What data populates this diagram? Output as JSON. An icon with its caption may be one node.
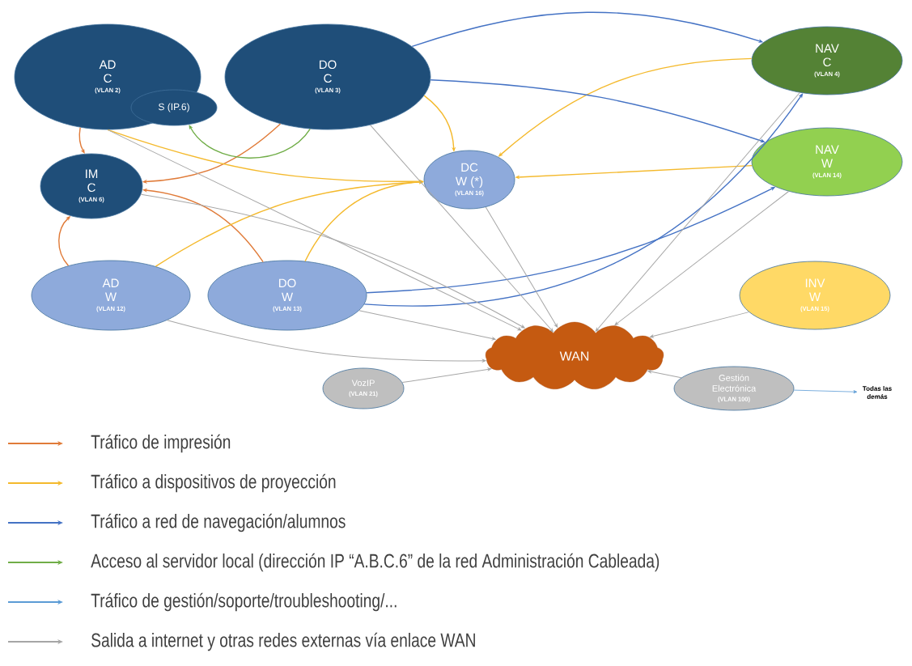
{
  "diagram": {
    "nodes": [
      {
        "text": [
          "AD C",
          "(VLAN 2)"
        ]
      },
      {
        "text": [
          "S (IP.6)"
        ]
      },
      {
        "text": [
          "DO C",
          "(VLAN 3)"
        ]
      },
      {
        "text": [
          "IM C",
          "(VLAN 6)"
        ]
      },
      {
        "text": [
          "DC W (*)",
          "(VLAN 16)"
        ]
      },
      {
        "text": [
          "NAV C",
          "(VLAN 4)"
        ]
      },
      {
        "text": [
          "NAV W",
          "(VLAN 14)"
        ]
      },
      {
        "text": [
          "AD W",
          "(VLAN 12)"
        ]
      },
      {
        "text": [
          "DO W",
          "(VLAN 13)"
        ]
      },
      {
        "text": [
          "INV W",
          "(VLAN 15)"
        ]
      },
      {
        "text": [
          "WAN"
        ]
      },
      {
        "text": [
          "VozIP",
          "(VLAN 21)"
        ]
      },
      {
        "text": [
          "Gestión Electrónica",
          "(VLAN 100)"
        ]
      },
      {
        "text": [
          "Todas las demás"
        ]
      }
    ],
    "edges": [
      {
        "from": 0,
        "to": 3,
        "arrow": "to",
        "color": "#e07b39"
      },
      {
        "from": 2,
        "to": 3,
        "arrow": "to",
        "color": "#e07b39"
      },
      {
        "from": 7,
        "to": 3,
        "arrow": "to",
        "color": "#e07b39"
      },
      {
        "from": 8,
        "to": 3,
        "arrow": "to",
        "color": "#e07b39"
      },
      {
        "from": 0,
        "to": 4,
        "arrow": "to",
        "color": "#f4b92c"
      },
      {
        "from": 2,
        "to": 4,
        "arrow": "to",
        "color": "#f4b92c"
      },
      {
        "from": 7,
        "to": 4,
        "arrow": "to",
        "color": "#f4b92c"
      },
      {
        "from": 8,
        "to": 4,
        "arrow": "to",
        "color": "#f4b92c"
      },
      {
        "from": 5,
        "to": 4,
        "arrow": "to",
        "color": "#f4b92c"
      },
      {
        "from": 6,
        "to": 4,
        "arrow": "to",
        "color": "#f4b92c"
      },
      {
        "from": 2,
        "to": 5,
        "arrow": "to",
        "color": "#4472c4"
      },
      {
        "from": 2,
        "to": 6,
        "arrow": "to",
        "color": "#4472c4"
      },
      {
        "from": 8,
        "to": 5,
        "arrow": "to",
        "color": "#4472c4"
      },
      {
        "from": 8,
        "to": 6,
        "arrow": "to",
        "color": "#4472c4"
      },
      {
        "from": 2,
        "to": 1,
        "arrow": "to",
        "color": "#70ad47"
      },
      {
        "from": 0,
        "to": 10,
        "arrow": "to"
      },
      {
        "from": 2,
        "to": 10,
        "arrow": "to"
      },
      {
        "from": 3,
        "to": 10,
        "arrow": "to"
      },
      {
        "from": 4,
        "to": 10,
        "arrow": "to"
      },
      {
        "from": 5,
        "to": 10,
        "arrow": "to"
      },
      {
        "from": 6,
        "to": 10,
        "arrow": "to"
      },
      {
        "from": 7,
        "to": 10,
        "arrow": "to"
      },
      {
        "from": 8,
        "to": 10,
        "arrow": "to"
      },
      {
        "from": 9,
        "to": 10,
        "arrow": "to"
      },
      {
        "from": 11,
        "to": 10,
        "arrow": "to"
      },
      {
        "from": 12,
        "to": 10,
        "arrow": "to"
      },
      {
        "from": 12,
        "to": 13,
        "arrow": "to",
        "color": "#5b9bd5"
      }
    ],
    "legend": [
      {
        "text": "Tráfico de impresión",
        "color": "#e07b39"
      },
      {
        "text": "Tráfico a dispositivos de proyección",
        "color": "#f4b92c"
      },
      {
        "text": "Tráfico a red de navegación/alumnos",
        "color": "#4472c4"
      },
      {
        "text": "Acceso al servidor local (dirección IP “A.B.C.6” de la red Administración Cableada)",
        "color": "#70ad47"
      },
      {
        "text": "Tráfico de gestión/soporte/troubleshooting/...",
        "color": "#5b9bd5"
      },
      {
        "text": "Salida a internet y otras redes externas vía enlace WAN",
        "color": "#a6a6a6"
      }
    ]
  }
}
